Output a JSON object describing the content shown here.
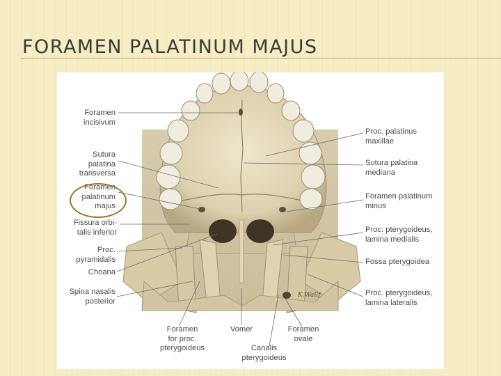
{
  "slide": {
    "title": "FORAMEN PALATINUM MAJUS"
  },
  "figure": {
    "signature": "K.Wallf",
    "labels_left": {
      "foramen_incisivum": "Foramen\nincisivum",
      "sutura_palatina_transversa": "Sutura\npalatina\ntransversa",
      "foramen_palatinum_majus": "Foramen\npalatinum\nmajus",
      "fissura_orbitalis_inferior": "Fissura orbi-\ntalis inferior",
      "proc_pyramidalis": "Proc.\npyramidalis",
      "choana": "Choana",
      "spina_nasalis_posterior": "Spina nasalis\nposterior"
    },
    "labels_right": {
      "proc_palatinus_maxillae": "Proc. palatinus\nmaxillae",
      "sutura_palatina_mediana": "Sutura palatina\nmediana",
      "foramen_palatinum_minus": "Foramen palatinum\nminus",
      "proc_pterygoideus_lamina_medialis": "Proc. pterygoideus,\nlamina medialis",
      "fossa_pterygoidea": "Fossa pterygoidea",
      "proc_pterygoideus_lamina_lateralis": "Proc. pterygoideus,\nlamina lateralis"
    },
    "labels_bottom": {
      "foramen_for_proc_pterygoideus": "Foramen\nfor proc.\npterygoideus",
      "vomer": "Vomer",
      "canalis_pterygoideus": "Canalis\npterygoideus",
      "foramen_ovale": "Foramen\novale"
    }
  },
  "colors": {
    "bone": "#e6dcc0",
    "bone_shadow": "#a8987a",
    "tooth": "#f1ece0",
    "highlight": "#9a7430",
    "leader": "#6a6a6a"
  }
}
